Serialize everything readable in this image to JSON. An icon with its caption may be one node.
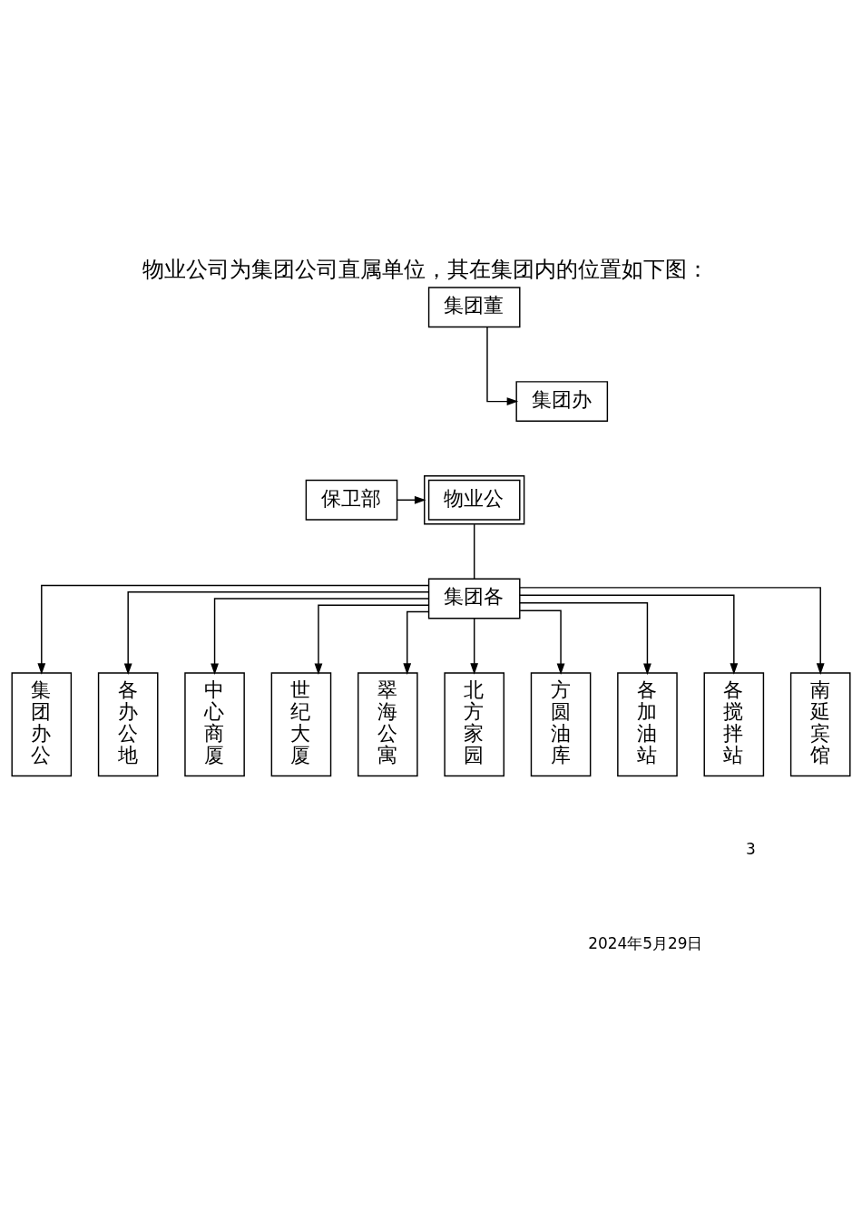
{
  "diagram": {
    "title": "物业公司为集团公司直属单位，其在集团内的位置如下图：",
    "nodes": [
      {
        "text": [
          "集团董"
        ]
      },
      {
        "text": [
          "集团办"
        ]
      },
      {
        "text": [
          "保卫部"
        ]
      },
      {
        "text": [
          "物业公"
        ]
      },
      {
        "text": [
          "集团各"
        ]
      },
      {
        "text": [
          "集团办公"
        ]
      },
      {
        "text": [
          "各办公地"
        ]
      },
      {
        "text": [
          "中心商厦"
        ]
      },
      {
        "text": [
          "世纪大厦"
        ]
      },
      {
        "text": [
          "翠海公寓"
        ]
      },
      {
        "text": [
          "北方家园"
        ]
      },
      {
        "text": [
          "方圆油库"
        ]
      },
      {
        "text": [
          "各加油站"
        ]
      },
      {
        "text": [
          "各搅拌站"
        ]
      },
      {
        "text": [
          "南延宾馆"
        ]
      }
    ],
    "edges": [
      {
        "from": 0,
        "to": 1,
        "arrow": "to"
      },
      {
        "from": 2,
        "to": 3,
        "arrow": "to"
      },
      {
        "from": 3,
        "to": 4,
        "arrow": "none"
      },
      {
        "from": 4,
        "to": 5,
        "arrow": "to"
      },
      {
        "from": 4,
        "to": 6,
        "arrow": "to"
      },
      {
        "from": 4,
        "to": 7,
        "arrow": "to"
      },
      {
        "from": 4,
        "to": 8,
        "arrow": "to"
      },
      {
        "from": 4,
        "to": 9,
        "arrow": "to"
      },
      {
        "from": 4,
        "to": 10,
        "arrow": "to"
      },
      {
        "from": 4,
        "to": 11,
        "arrow": "to"
      },
      {
        "from": 4,
        "to": 12,
        "arrow": "to"
      },
      {
        "from": 4,
        "to": 13,
        "arrow": "to"
      },
      {
        "from": 4,
        "to": 14,
        "arrow": "to"
      }
    ],
    "labels": [
      "3",
      "2024年5月29日"
    ]
  }
}
